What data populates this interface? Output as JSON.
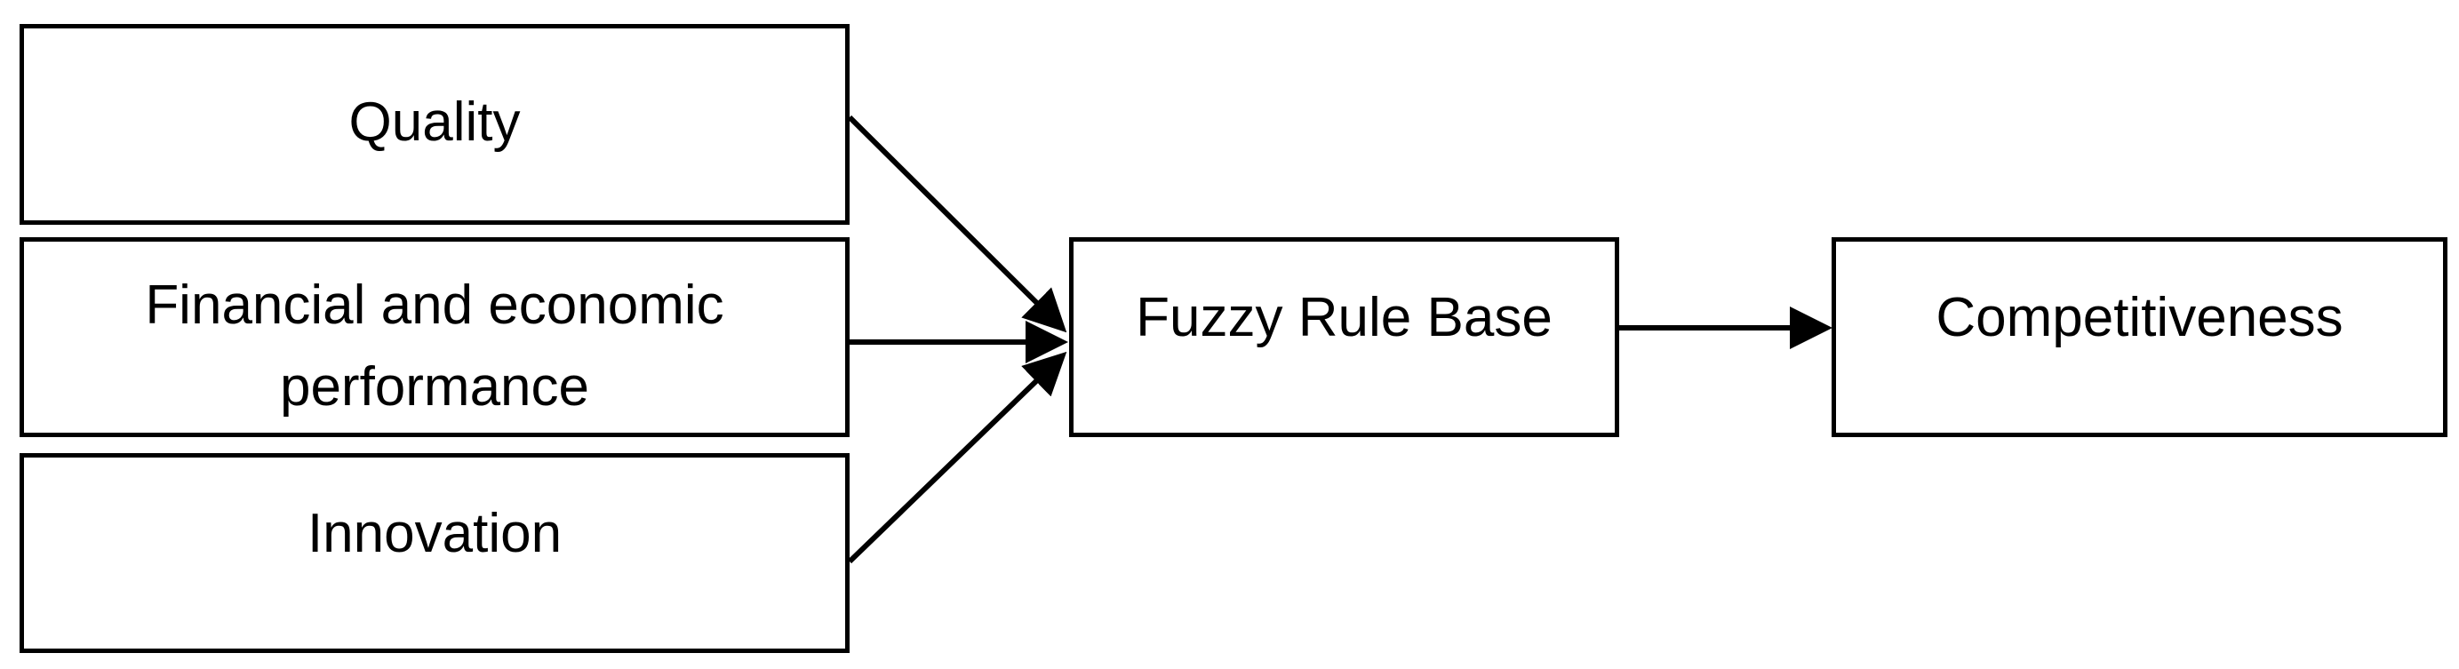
{
  "diagram": {
    "inputs": [
      {
        "id": "quality",
        "label": "Quality"
      },
      {
        "id": "financial",
        "label": "Financial and economic performance"
      },
      {
        "id": "innovation",
        "label": "Innovation"
      }
    ],
    "processor": {
      "id": "fuzzy",
      "label": "Fuzzy Rule Base"
    },
    "output": {
      "id": "competitiveness",
      "label": "Competitiveness"
    },
    "edges": [
      {
        "from": "quality",
        "to": "fuzzy"
      },
      {
        "from": "financial",
        "to": "fuzzy"
      },
      {
        "from": "innovation",
        "to": "fuzzy"
      },
      {
        "from": "fuzzy",
        "to": "competitiveness"
      }
    ],
    "colors": {
      "stroke": "#000000",
      "fill": "#ffffff",
      "text": "#000000"
    }
  }
}
